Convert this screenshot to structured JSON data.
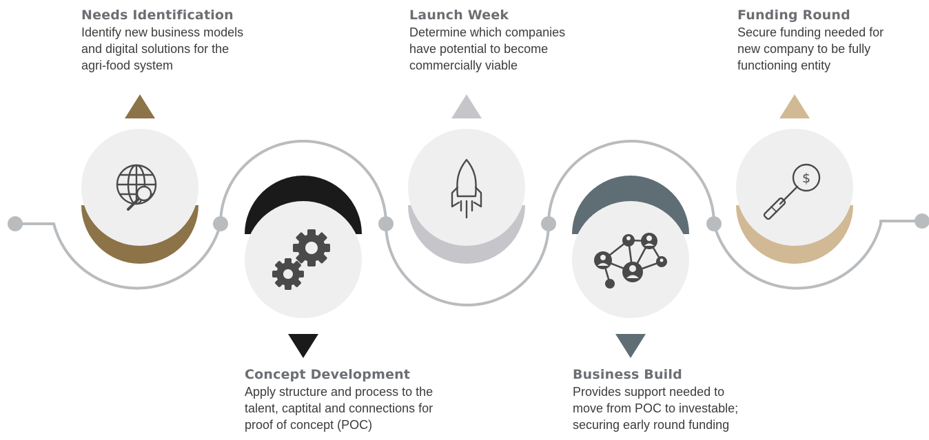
{
  "colors": {
    "gold": "#8c7348",
    "black": "#1a1a1a",
    "lightgray": "#c6c6ca",
    "slate": "#5f6d75",
    "tan": "#d0b994",
    "circle": "#efeff0",
    "line": "#b9bcbf",
    "icon": "#4a4a4a"
  },
  "steps": [
    {
      "title": "Needs Identification",
      "description": "Identify new business models\nand digital solutions for the\nagri-food system",
      "icon": "globe-magnifier-icon",
      "color": "gold",
      "position": "top"
    },
    {
      "title": "Concept Development",
      "description": "Apply structure and process to the\ntalent, captital and connections for\nproof of concept (POC)",
      "icon": "gears-icon",
      "color": "black",
      "position": "bottom"
    },
    {
      "title": "Launch Week",
      "description": "Determine which companies\nhave potential to become\ncommercially viable",
      "icon": "rocket-icon",
      "color": "lightgray",
      "position": "top"
    },
    {
      "title": "Business Build",
      "description": "Provides support needed to\nmove from POC to investable;\nsecuring early round funding",
      "icon": "network-people-icon",
      "color": "slate",
      "position": "bottom"
    },
    {
      "title": "Funding Round",
      "description": "Secure funding needed for\nnew company to be fully\nfunctioning entity",
      "icon": "dollar-magnifier-icon",
      "color": "tan",
      "position": "top"
    }
  ]
}
